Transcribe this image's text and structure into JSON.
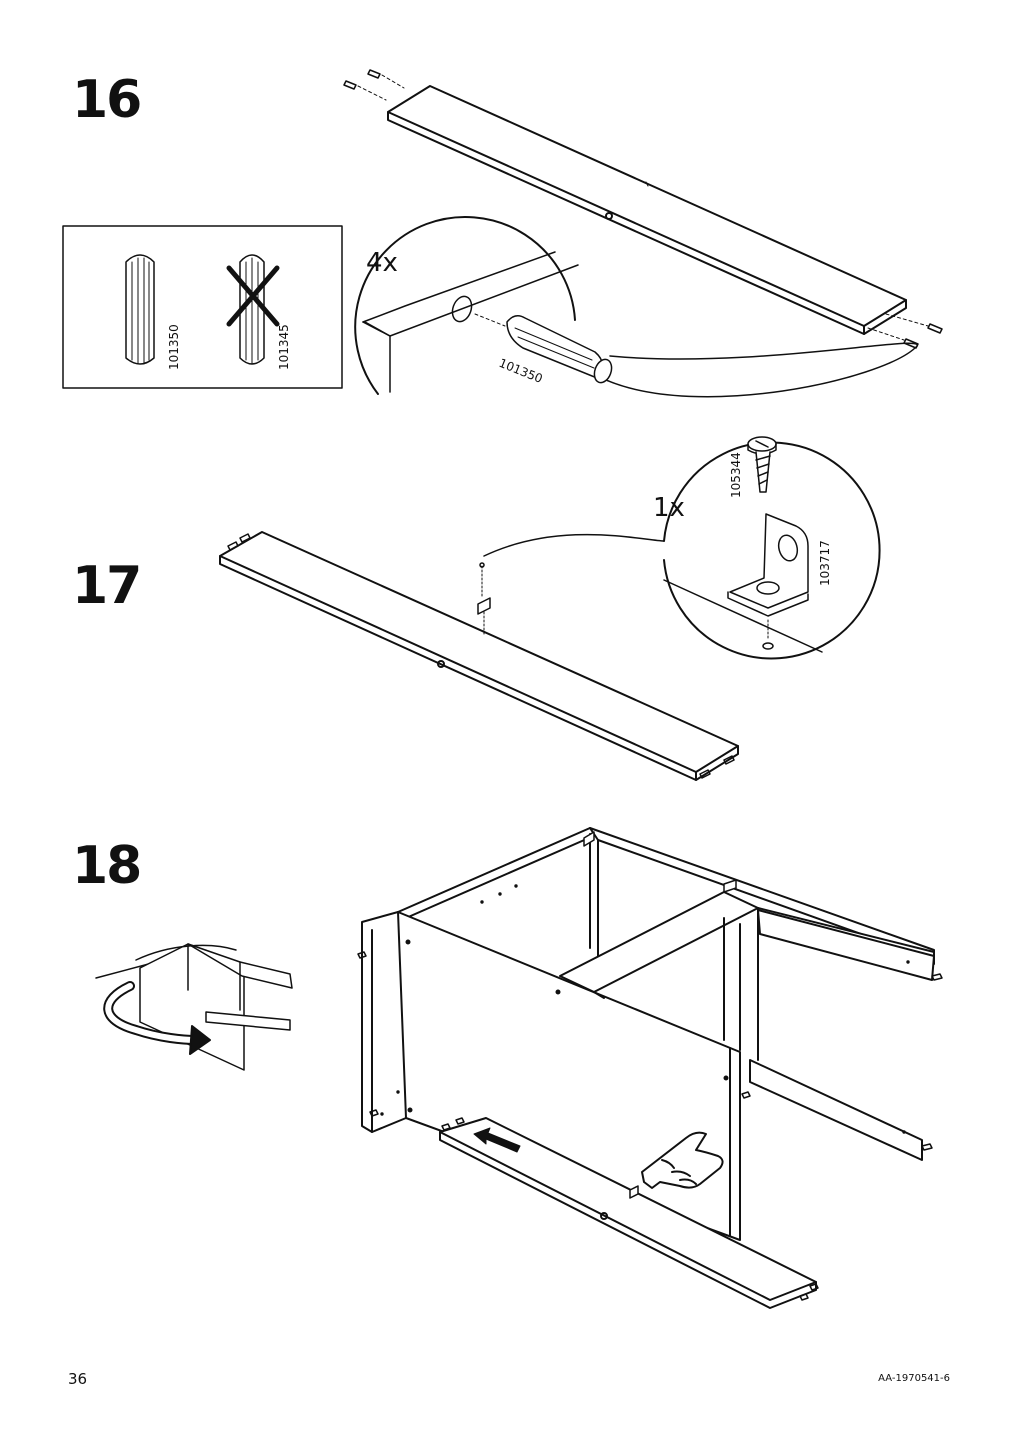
{
  "steps": [
    {
      "number": "16",
      "quantity": "4x",
      "part_callout": "101350",
      "correct_part": "101350",
      "wrong_part": "101345"
    },
    {
      "number": "17",
      "quantity": "1x",
      "screw_part": "105344",
      "bracket_part": "103717"
    },
    {
      "number": "18"
    }
  ],
  "footer": {
    "page_number": "36",
    "document_code": "AA-1970541-6"
  }
}
